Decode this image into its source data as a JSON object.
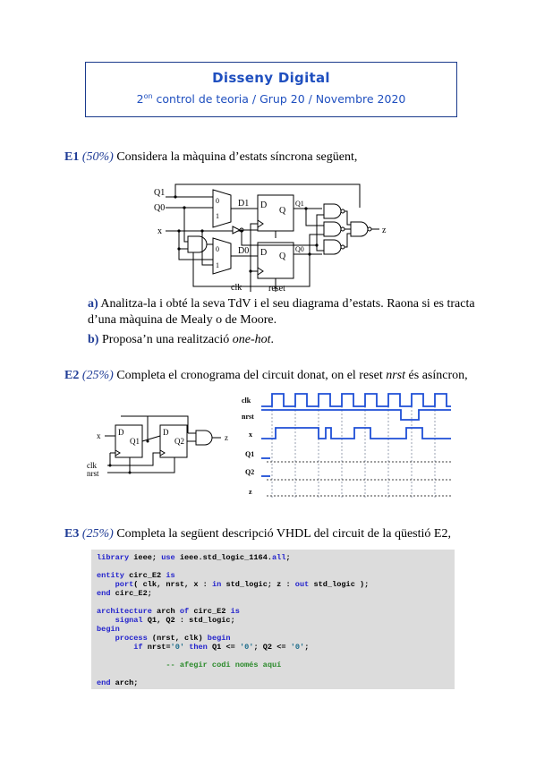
{
  "header": {
    "title": "Disseny Digital",
    "subtitle_pre": "2",
    "subtitle_sup": "on",
    "subtitle_post": " control de teoria  /  Grup 20  /  Novembre 2020"
  },
  "e1": {
    "id": "E1",
    "pct": "(50%)",
    "text": " Considera la màquina d’estats síncrona següent,",
    "circuit_labels": {
      "q1": "Q1",
      "q0": "Q0",
      "x": "x",
      "d1": "D1",
      "d0": "D0",
      "d": "D",
      "q": "Q",
      "q1out": "Q1",
      "q0out": "Q0",
      "mux0": "0",
      "mux1": "1",
      "z": "z",
      "clk": "clk",
      "reset": "reset"
    },
    "a_id": "a)",
    "a_text": " Analitza-la i obté la seva TdV i el seu diagrama d’estats. Raona si es tracta d’una màquina de Mealy o de Moore.",
    "b_id": "b)",
    "b_text_pre": " Proposa’n una realització ",
    "b_text_it": "one-hot",
    "b_text_post": "."
  },
  "e2": {
    "id": "E2",
    "pct": "(25%)",
    "text_pre": " Completa el cronograma del circuit donat, on el reset ",
    "text_it": "nrst",
    "text_post": " és asíncron,",
    "circuit_labels": {
      "x": "x",
      "d": "D",
      "q1": "Q1",
      "q2": "Q2",
      "z": "z",
      "clk": "clk",
      "nrst": "nrst"
    },
    "timing_signals": [
      "clk",
      "nrst",
      "x",
      "Q1",
      "Q2",
      "z"
    ]
  },
  "e3": {
    "id": "E3",
    "pct": "(25%)",
    "text": " Completa la següent descripció VHDL del circuit de la qüestió E2,"
  },
  "code": {
    "l1_kw1": "library",
    "l1_a": " ieee; ",
    "l1_kw2": "use",
    "l1_b": " ieee.std_logic_1164.",
    "l1_kw3": "all",
    "l1_c": ";",
    "l2_kw1": "entity",
    "l2_a": " circ_E2 ",
    "l2_kw2": "is",
    "l3_pre": "    ",
    "l3_kw1": "port",
    "l3_a": "( clk, nrst, x : ",
    "l3_kw2": "in",
    "l3_b": " std_logic; z : ",
    "l3_kw3": "out",
    "l3_c": " std_logic );",
    "l4_kw1": "end",
    "l4_a": " circ_E2;",
    "l5_kw1": "architecture",
    "l5_a": " arch ",
    "l5_kw2": "of",
    "l5_b": " circ_E2 ",
    "l5_kw3": "is",
    "l6_pre": "    ",
    "l6_kw1": "signal",
    "l6_a": " Q1, Q2 : std_logic;",
    "l7_kw1": "begin",
    "l8_pre": "    ",
    "l8_kw1": "process",
    "l8_a": " (nrst, clk) ",
    "l8_kw2": "begin",
    "l9_pre": "        ",
    "l9_kw1": "if",
    "l9_a": " nrst=",
    "l9_s1": "'0'",
    "l9_b": " ",
    "l9_kw2": "then",
    "l9_c": " Q1 <= ",
    "l9_s2": "'0'",
    "l9_d": "; Q2 <= ",
    "l9_s3": "'0'",
    "l9_e": ";",
    "l10_pre": "               ",
    "l10_cm": "-- afegir codi només aquí",
    "l11_kw1": "end",
    "l11_a": " arch;"
  }
}
